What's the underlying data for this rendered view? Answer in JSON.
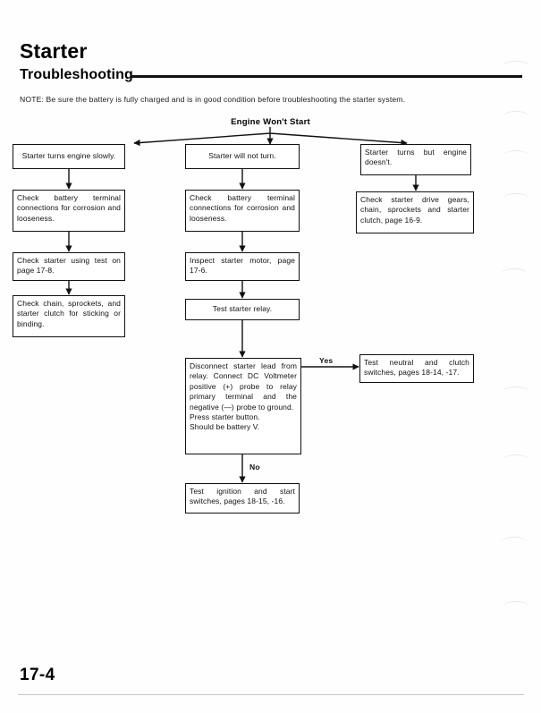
{
  "header": {
    "title": "Starter",
    "subtitle": "Troubleshooting",
    "note": "NOTE: Be sure the battery is fully charged and is in good condition before troubleshooting the starter system."
  },
  "footer": {
    "page_number": "17-4"
  },
  "chart_data": {
    "type": "diagram",
    "title": "Engine Won't Start",
    "root": "Engine Won't Start",
    "branch_labels": {
      "yes": "Yes",
      "no": "No"
    },
    "nodes": {
      "left_1": "Starter turns engine slowly.",
      "left_2": "Check battery terminal connections for corrosion and looseness.",
      "left_3": "Check starter using test on page 17-8.",
      "left_4": "Check chain, sprockets, and starter clutch for sticking or binding.",
      "mid_1": "Starter will not turn.",
      "mid_2": "Check battery terminal connections for corrosion and looseness.",
      "mid_3": "Inspect starter motor, page 17-6.",
      "mid_4": "Test starter relay.",
      "mid_5_line1": "Disconnect starter lead from relay. Connect DC Voltmeter positive (+) probe to relay primary terminal and the negative (—) probe to ground.",
      "mid_5_line2": "Press starter button.",
      "mid_5_line3": "Should be battery V.",
      "mid_6": "Test ignition and start switches, pages 18-15, -16.",
      "right_1": "Starter turns but engine doesn't.",
      "right_2": "Check starter drive gears, chain, sprockets and starter clutch, page 16-9.",
      "yes_target": "Test neutral and clutch switches, pages 18-14, -17."
    }
  }
}
